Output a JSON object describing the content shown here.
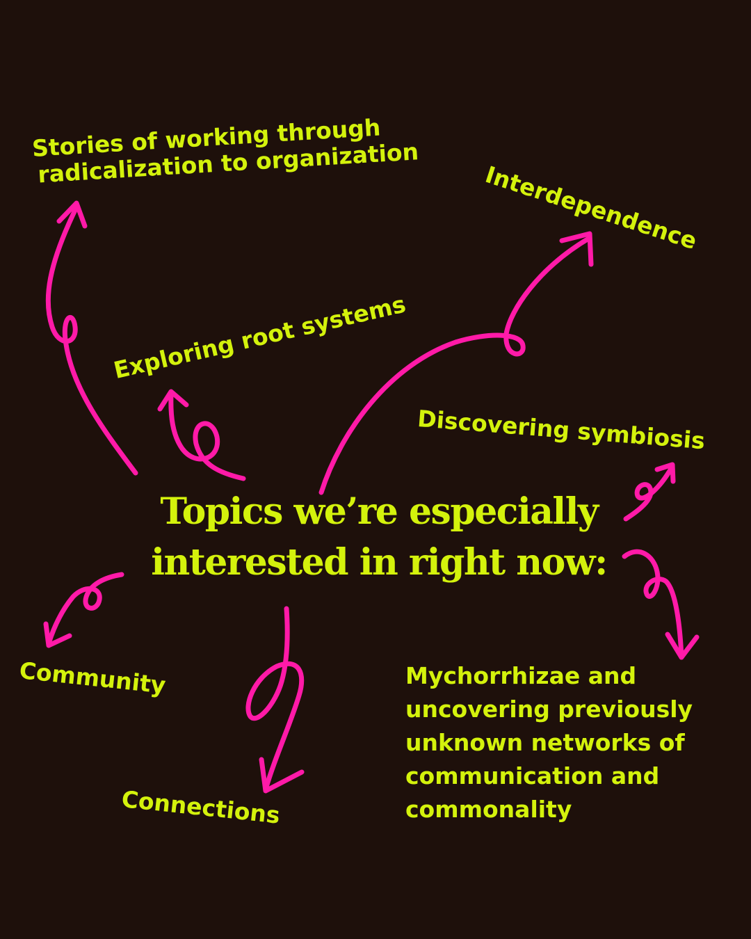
{
  "heading": {
    "line1": "Topics we’re especially",
    "line2": "interested in right now:"
  },
  "topics": {
    "stories": {
      "line1": "Stories of working through",
      "line2": "radicalization to organization"
    },
    "interdependence": "Interdependence",
    "exploring": "Exploring root systems",
    "discovering": "Discovering symbiosis",
    "community": "Community",
    "connections": "Connections",
    "mychorrhizae": {
      "line1": "Mychorrhizae and",
      "line2": "uncovering previously",
      "line3": "unknown networks of",
      "line4": "communication and",
      "line5": "commonality"
    }
  },
  "colors": {
    "background": "#1e100b",
    "text": "#d4f20c",
    "arrows": "#ff1aa8"
  }
}
